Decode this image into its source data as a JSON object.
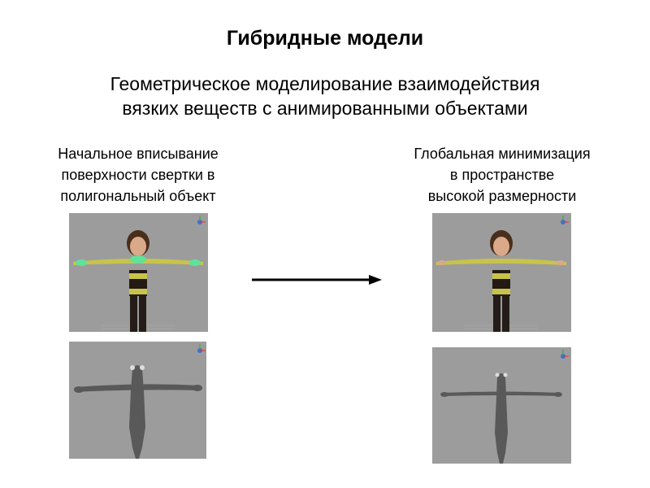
{
  "slide": {
    "title": "Гибридные модели",
    "subtitle_lines": [
      "Геометрическое моделирование взаимодействия",
      "вязких веществ с анимированными объектами"
    ],
    "left_caption_lines": [
      "Начальное вписывание",
      "поверхности свертки в",
      "полигональный объект"
    ],
    "right_caption_lines": [
      "Глобальная минимизация",
      "в пространстве",
      "высокой размерности"
    ]
  },
  "colors": {
    "viewport_bg": "#9c9c9c",
    "arrow": "#000000",
    "shirt_yellow": "#c8c44a",
    "highlight_green": "#5fe39a",
    "skeleton_gray": "#595959"
  }
}
